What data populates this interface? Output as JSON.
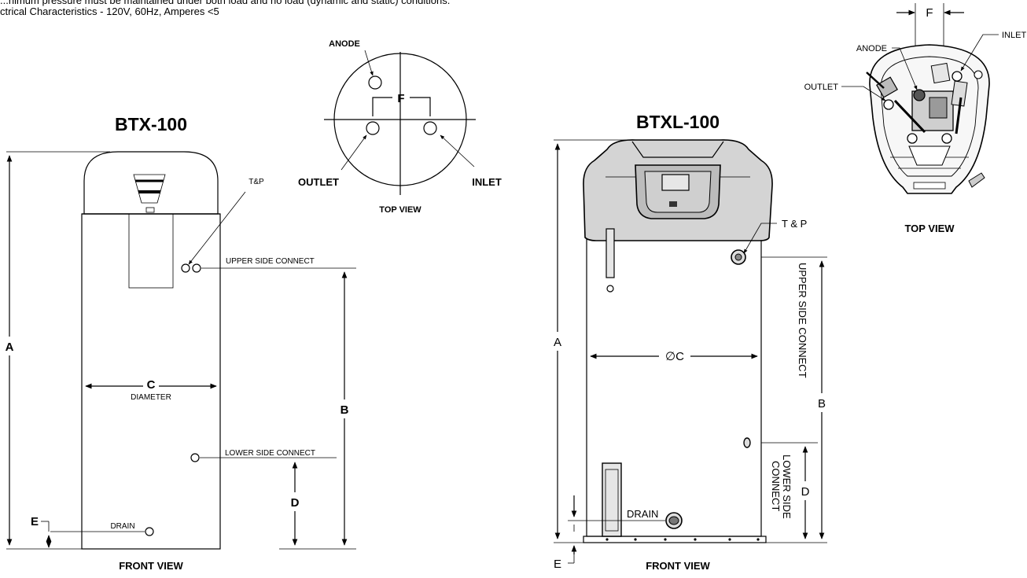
{
  "notes": {
    "line1": "...nimum pressure must be maintained under both load and no load (dynamic and static) conditions.",
    "line2": "ctrical Characteristics - 120V, 60Hz, Amperes <5"
  },
  "btx": {
    "title": "BTX-100",
    "front_view": "FRONT VIEW",
    "tp": "T&P",
    "upper_side": "UPPER SIDE CONNECT",
    "lower_side": "LOWER SIDE CONNECT",
    "drain": "DRAIN",
    "diameter": "DIAMETER",
    "dim_a": "A",
    "dim_b": "B",
    "dim_c": "C",
    "dim_d": "D",
    "dim_e": "E"
  },
  "btx_top": {
    "anode": "ANODE",
    "f": "F",
    "outlet": "OUTLET",
    "inlet": "INLET",
    "top_view": "TOP VIEW"
  },
  "btxl": {
    "title": "BTXL-100",
    "front_view": "FRONT VIEW",
    "tp": "T & P",
    "upper_side": "UPPER SIDE CONNECT",
    "lower_side_1": "LOWER SIDE",
    "lower_side_2": "CONNECT",
    "drain": "DRAIN",
    "dim_a": "A",
    "dim_b": "B",
    "dim_c": "∅C",
    "dim_d": "D",
    "dim_e": "E"
  },
  "btxl_top": {
    "f": "F",
    "anode": "ANODE",
    "outlet": "OUTLET",
    "inlet": "INLET",
    "top_view": "TOP VIEW"
  }
}
